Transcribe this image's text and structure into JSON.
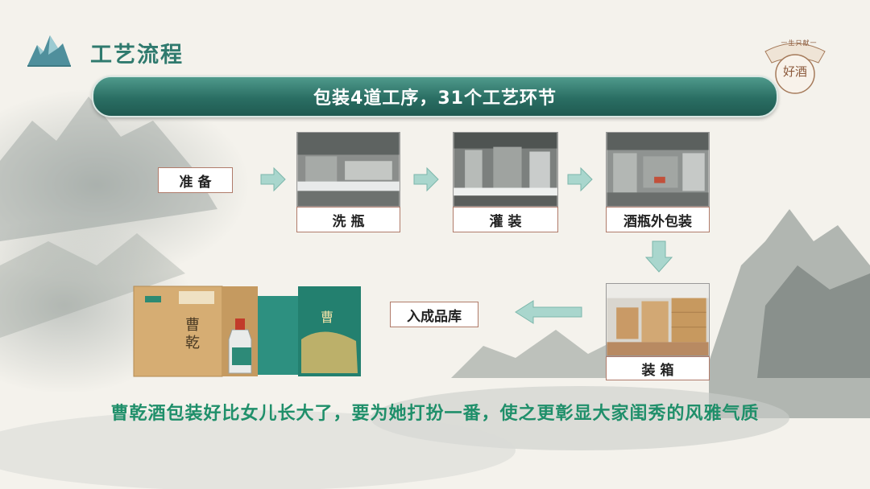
{
  "page": {
    "title": "工艺流程",
    "banner": "包装4道工序，31个工艺环节",
    "slogan": "曹乾酒包装好比女儿长大了，要为她打扮一番，使之更彰显大家闺秀的风雅气质",
    "seal": {
      "text": "好酒",
      "top_text": "一生只献一"
    }
  },
  "steps": {
    "prepare": "准 备",
    "wash": "洗 瓶",
    "fill": "灌 装",
    "outer_pack": "酒瓶外包装",
    "boxing": "装 箱",
    "warehouse": "入成品库"
  },
  "colors": {
    "accent": "#2f7a6e",
    "banner": "#2a6e63",
    "slogan": "#1f8f6a",
    "box_border": "#b07b6a",
    "arrow": "#9fcfc6"
  }
}
